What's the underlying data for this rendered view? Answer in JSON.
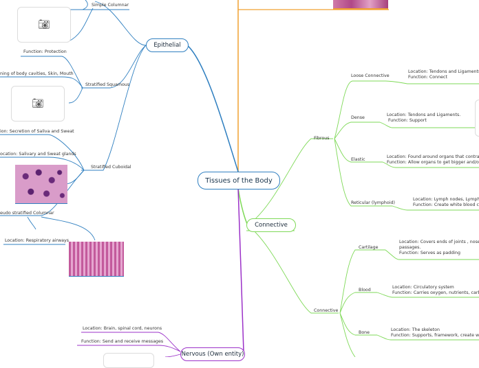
{
  "central": {
    "label": "Tissues of the Body"
  },
  "epithelial": {
    "label": "Epithelial",
    "simple_columnar": "Simple Columnar",
    "stratified_squamous": "Stratified Squamous",
    "ss_function": "Function: Protection",
    "ss_location": "ning of body cavities, Skin, Mouth",
    "stratified_cuboidal": "Stratified Cuboidal",
    "sc_function": "ion: Secretion of Saliva and Sweat",
    "sc_location": "ocation: Salivary and Sweat glands",
    "pseudo": "eudo stratified Columnar",
    "pseudo_location": "Location: Respiratory airways"
  },
  "connective": {
    "label": "Connective",
    "fibrous": "Fibrous",
    "loose": "Loose Connective",
    "loose_desc": "Location: Tendons and Ligaments.\nFunction: Connect",
    "dense": "Dense",
    "dense_desc": "Location: Tendons and Ligaments.\n Function: Support",
    "elastic": "Elastic",
    "elastic_desc": "Location: Found around organs that contract and\nFunction: Allow organs to get bigger and/or sma",
    "reticular": "Reticular (lymphoid)",
    "reticular_desc": "Location: Lymph nodes, Lymphatic\nFunction: Create white blood cells.",
    "connective_sub": "Connective",
    "cartilage": "Cartilage",
    "cartilage_desc": "Location: Covers ends of joints , nose, and\npassages.\nFunction: Serves as padding",
    "blood": "Blood",
    "blood_desc": "Location: Circulatory system\nFunction: Carries oxygen, nutrients, carbon di",
    "bone": "Bone",
    "bone_desc": "Location: The skeleton\nFunction: Supports, framework, create white b"
  },
  "nervous": {
    "label": "Nervous (Own entity)",
    "location": "Location: Brain, spinal cord, neurons",
    "function": "Function: Send and receive messages"
  },
  "icons": {
    "camera": "camera-icon"
  },
  "colors": {
    "central_border": "#2f7fc0",
    "epithelial": "#2f7fc0",
    "connective": "#7ed957",
    "nervous": "#9b30c8",
    "muscle": "#f0a030"
  }
}
